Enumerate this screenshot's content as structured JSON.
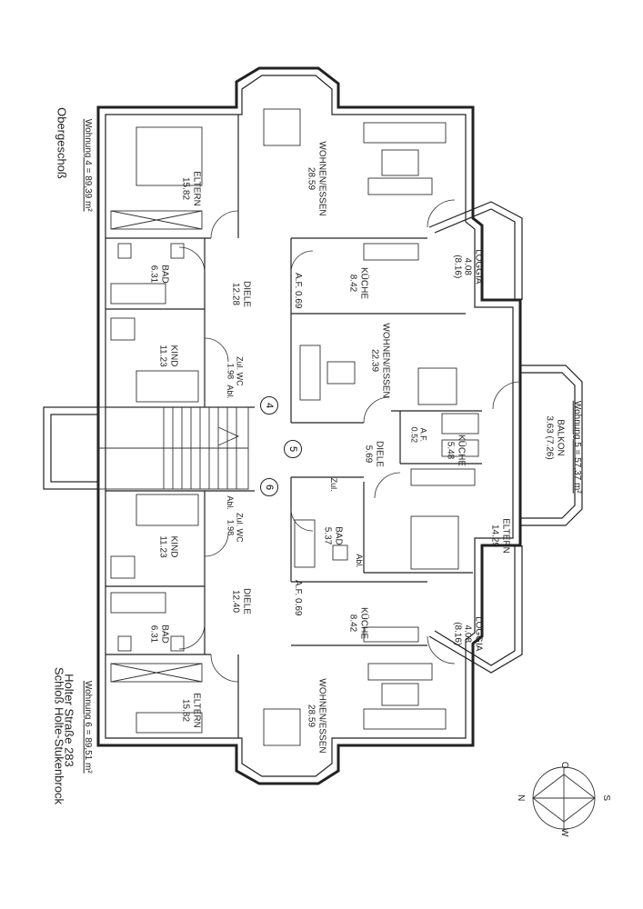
{
  "title": {
    "floor": "Obergeschoß",
    "address": "Holter Straße 283",
    "town": "Schloß Holte-Stukenbrock"
  },
  "units": [
    {
      "id": "4",
      "summary": "Wohnung 4 = 89,39 m²"
    },
    {
      "id": "5",
      "summary": "Wohnung 5 = 57,37 m²"
    },
    {
      "id": "6",
      "summary": "Wohnung 6 = 89,51 m²"
    }
  ],
  "unit_markers": [
    "4",
    "5",
    "6"
  ],
  "rooms": {
    "eltern_4": {
      "name": "ELTERN",
      "area": "15.82"
    },
    "wohnen_4": {
      "name": "WOHNEN/ESSEN",
      "area": "28.59"
    },
    "loggia_4": {
      "name": "LOGGIA",
      "area": "4.08",
      "extra": "(8.16)"
    },
    "bad_4": {
      "name": "BAD",
      "area": "6.31"
    },
    "diele_4": {
      "name": "DIELE",
      "area": "12.28"
    },
    "kueche_4": {
      "name": "KÜCHE",
      "area": "8.42"
    },
    "af_4": {
      "name": "A.F.",
      "area": "0.69"
    },
    "kind_4": {
      "name": "KIND",
      "area": "11.23"
    },
    "wc_4": {
      "name": "Zul. WC",
      "area": "1.98"
    },
    "abl_4": {
      "name": "Abl."
    },
    "wohnen_5": {
      "name": "WOHNEN/ESSEN",
      "area": "22.39"
    },
    "balkon_5": {
      "name": "BALKON",
      "area": "3.63 (7.26)"
    },
    "af_5": {
      "name": "A.F.",
      "area": "0.52"
    },
    "diele_5": {
      "name": "DIELE",
      "area": "5.69"
    },
    "kueche_5": {
      "name": "KÜCHE",
      "area": "5.48"
    },
    "zul_5": {
      "name": "Zul."
    },
    "bad_5": {
      "name": "BAD",
      "area": "5.37"
    },
    "abl_5": {
      "name": "Abl."
    },
    "eltern_5": {
      "name": "ELTERN",
      "area": "14.29"
    },
    "kind_6": {
      "name": "KIND",
      "area": "11.23"
    },
    "wc_6": {
      "name": "Zul. WC",
      "area": "1.98"
    },
    "abl_6": {
      "name": "Abl."
    },
    "diele_6": {
      "name": "DIELE",
      "area": "12.40"
    },
    "af_6": {
      "name": "A.F.",
      "area": "0.69"
    },
    "kueche_6": {
      "name": "KÜCHE",
      "area": "8.42"
    },
    "bad_6": {
      "name": "BAD",
      "area": "6.31"
    },
    "loggia_6": {
      "name": "LOGGIA",
      "area": "4.08",
      "extra": "(8.16)"
    },
    "eltern_6": {
      "name": "ELTERN",
      "area": "15.82"
    },
    "wohnen_6": {
      "name": "WOHNEN/ESSEN",
      "area": "28.59"
    }
  },
  "compass": {
    "north": "N",
    "south": "S",
    "east": "O",
    "west": "W"
  }
}
